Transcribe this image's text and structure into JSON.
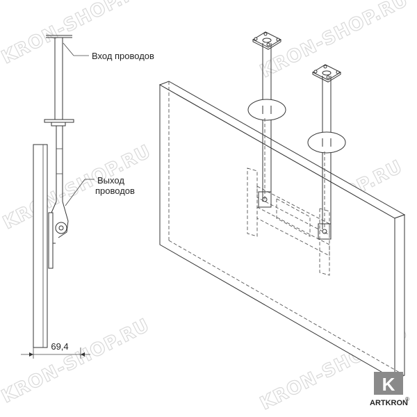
{
  "diagram": {
    "label_wire_entry": "Вход проводов",
    "label_wire_exit_line1": "Выход",
    "label_wire_exit_line2": "проводов",
    "dimension_label": "69,4",
    "watermark_text": "KRON-SHOP.RU",
    "brand_logo_letter": "K",
    "brand_name": "ARTKRON",
    "brand_reg_mark": "®"
  }
}
